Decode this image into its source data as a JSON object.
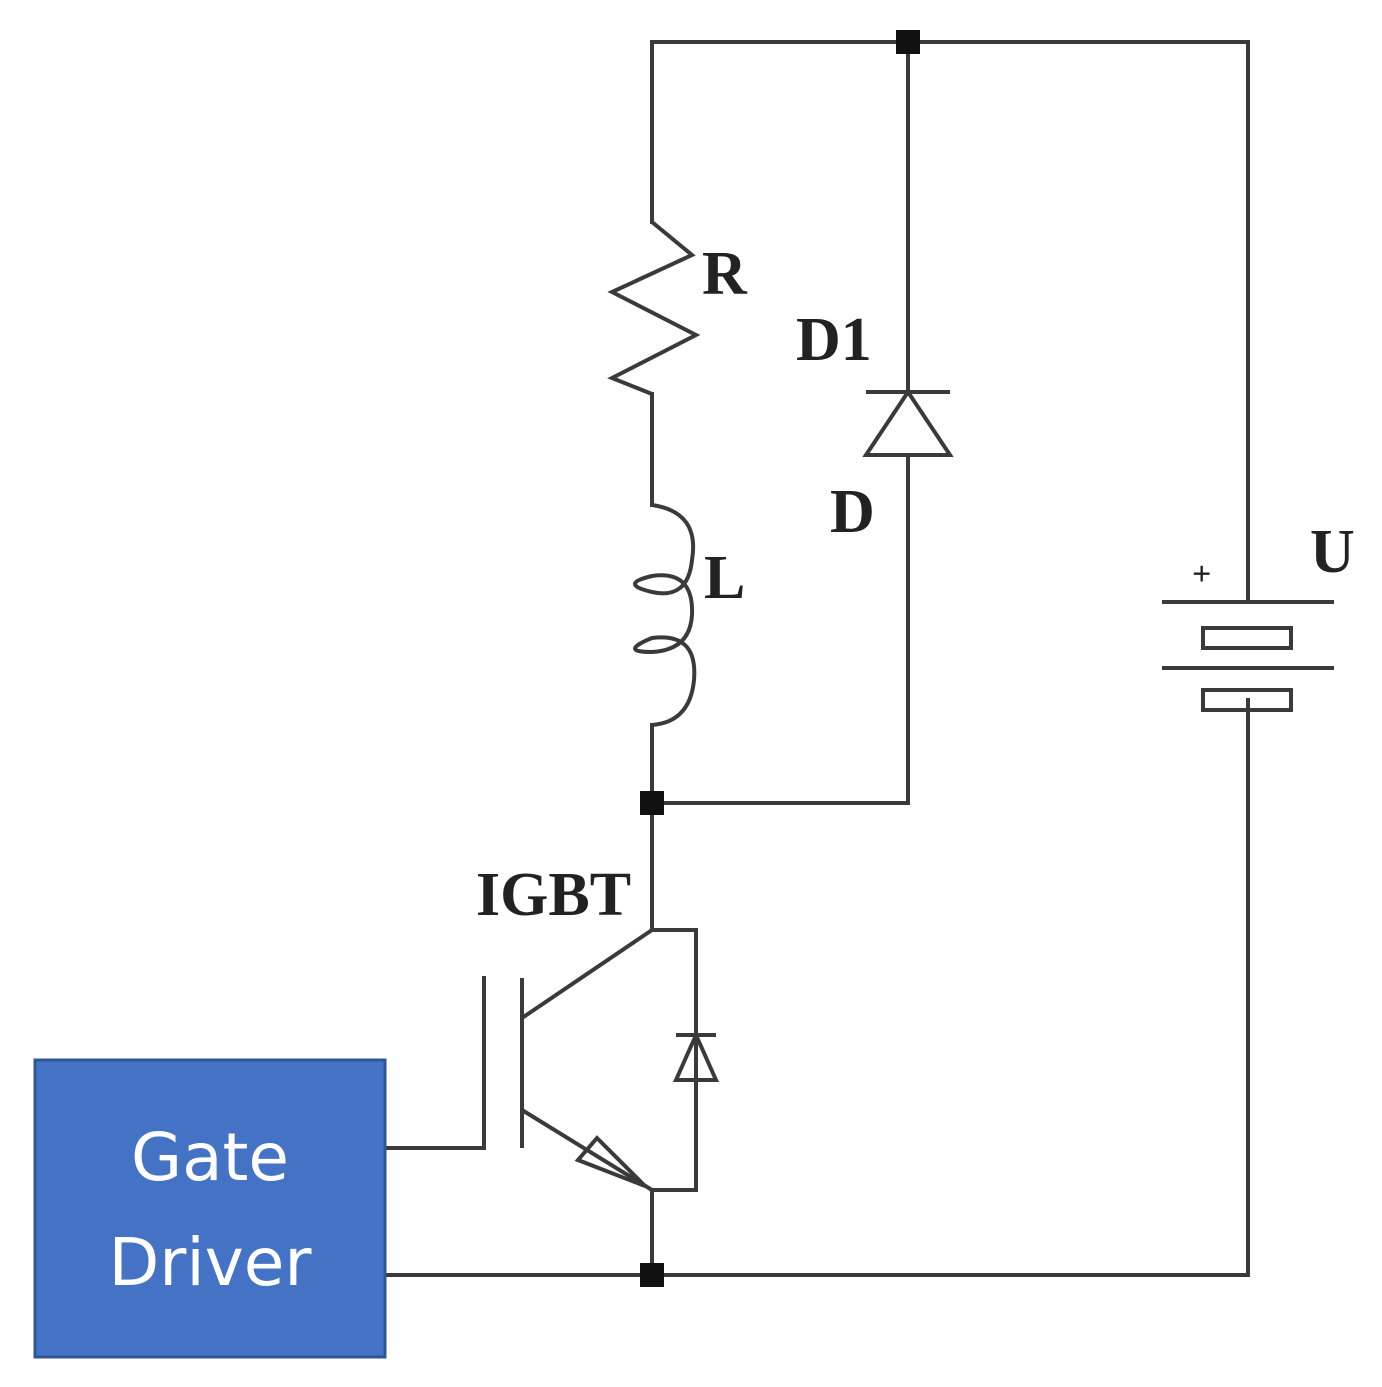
{
  "labels": {
    "resistor": "R",
    "diode": "D1",
    "diode_node": "D",
    "inductor": "L",
    "source": "U",
    "source_polarity": "+",
    "switch": "IGBT"
  },
  "gate_driver": {
    "line1": "Gate",
    "line2": "Driver",
    "fill": "#4472C4",
    "border": "#2F5597"
  },
  "colors": {
    "wire": "#3a3a3a",
    "node": "#111111",
    "text": "#222222"
  }
}
